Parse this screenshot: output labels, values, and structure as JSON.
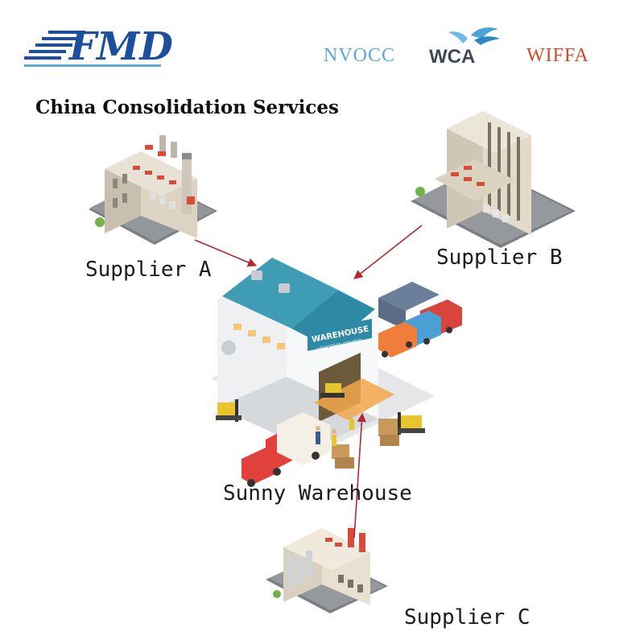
{
  "header": {
    "brand_logo": "FMD",
    "badges": [
      "NVOCC",
      "WCA",
      "WIFFA"
    ]
  },
  "title": "China Consolidation Services",
  "diagram": {
    "suppliers": [
      {
        "label": "Supplier A",
        "icon": "factory-icon"
      },
      {
        "label": "Supplier B",
        "icon": "office-building-icon"
      },
      {
        "label": "Supplier C",
        "icon": "factory-silo-icon"
      }
    ],
    "hub": {
      "label": "Sunny Warehouse",
      "sign_line1": "WAREHOUSE",
      "sign_line2": "LOGISTICS CENTER",
      "icon": "warehouse-icon"
    },
    "arrow_color": "#b3282d",
    "colors": {
      "roof": "#3f9cb5",
      "brand_blue": "#1d4f9c",
      "nvocc": "#5aa9d6",
      "wiffa": "#d34a2e"
    }
  }
}
